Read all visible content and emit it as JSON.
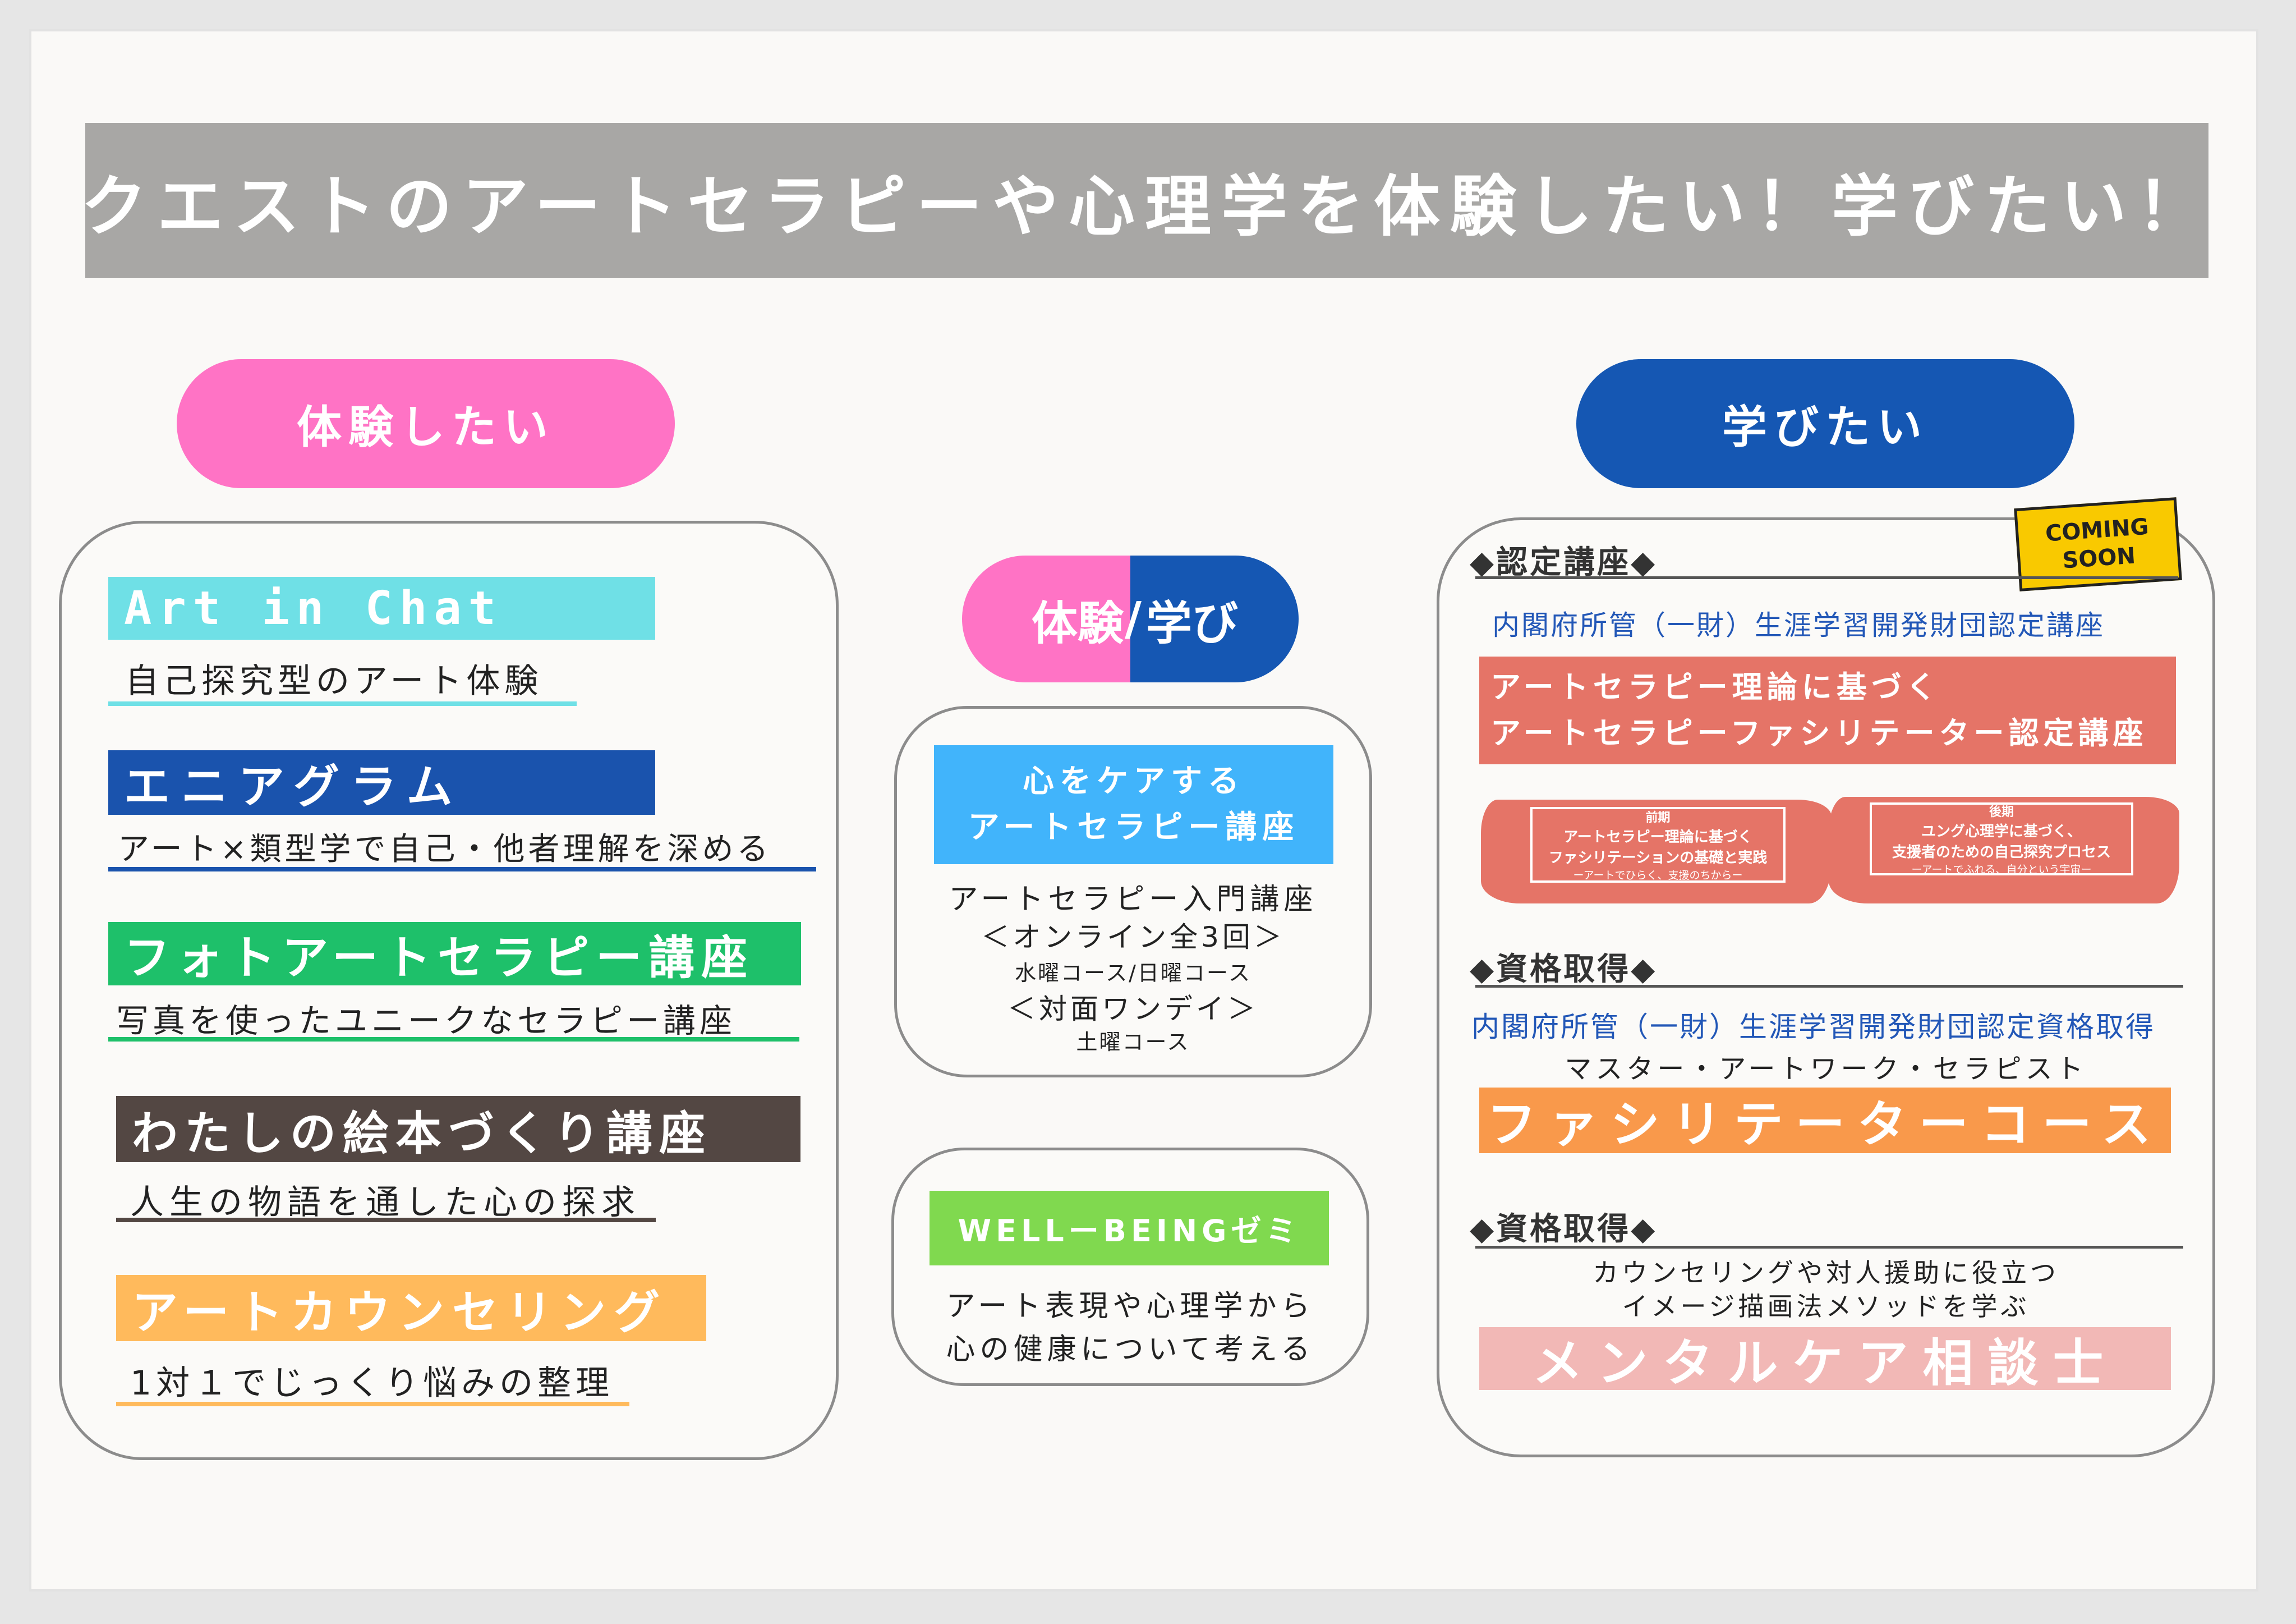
{
  "banner": {
    "title": "クエストのアートセラピーや心理学を体験したい！学びたい！"
  },
  "colors": {
    "pink": "#ff73c5",
    "navy": "#1557b3",
    "cyan": "#6fe0e6",
    "blue": "#1a53ad",
    "green": "#1ec06a",
    "dark": "#534743",
    "orange": "#ffba5c",
    "sky": "#41b4fb",
    "lime": "#80d94f",
    "salmon": "#e57467",
    "peach": "#f9994b",
    "lightpink": "#f2b8b6",
    "coming_soon": "#f9c900"
  },
  "left": {
    "heading": "体験したい",
    "items": [
      {
        "label": "Art in Chat",
        "sub": "自己探究型のアート体験"
      },
      {
        "label": "エニアグラム",
        "sub": "アート×類型学で自己・他者理解を深める"
      },
      {
        "label": "フォトアートセラピー講座",
        "sub": "写真を使ったユニークなセラピー講座"
      },
      {
        "label": "わたしの絵本づくり講座",
        "sub": "人生の物語を通した心の探求"
      },
      {
        "label": "アートカウンセリング",
        "sub": "1対１でじっくり悩みの整理"
      }
    ]
  },
  "middle": {
    "heading_left": "体験",
    "heading_slash": "/",
    "heading_right": "学び",
    "card1": {
      "title_line1": "心をケアする",
      "title_line2": "アートセラピー講座",
      "line1": "アートセラピー入門講座",
      "line2": "＜オンライン全3回＞",
      "line3": "水曜コース/日曜コース",
      "line4": "＜対面ワンデイ＞",
      "line5": "土曜コース"
    },
    "card2": {
      "title": "WELLーBEINGゼミ",
      "line1": "アート表現や心理学から",
      "line2": "心の健康について考える"
    }
  },
  "right": {
    "heading": "学びたい",
    "coming_soon_line1": "COMING",
    "coming_soon_line2": "SOON",
    "section1": {
      "head": "◆認定講座◆",
      "org": "内閣府所管（一財）生涯学習開発財団認定講座",
      "title_line1": "アートセラピー理論に基づく",
      "title_line2": "アートセラピーファシリテーター認定講座",
      "term1": {
        "tag": "前期",
        "line1": "アートセラピー理論に基づく",
        "line2": "ファシリテーションの基礎と実践",
        "line3": "ーアートでひらく、支援のちからー"
      },
      "term2": {
        "tag": "後期",
        "line1": "ユング心理学に基づく、",
        "line2": "支援者のための自己探究プロセス",
        "line3": "ーアートでふれる、自分という宇宙ー"
      }
    },
    "section2": {
      "head": "◆資格取得◆",
      "org": "内閣府所管（一財）生涯学習開発財団認定資格取得",
      "sub": "マスター・アートワーク・セラピスト",
      "title": "ファシリテーターコース"
    },
    "section3": {
      "head": "◆資格取得◆",
      "line1": "カウンセリングや対人援助に役立つ",
      "line2": "イメージ描画法メソッドを学ぶ",
      "title": "メンタルケア相談士"
    }
  }
}
